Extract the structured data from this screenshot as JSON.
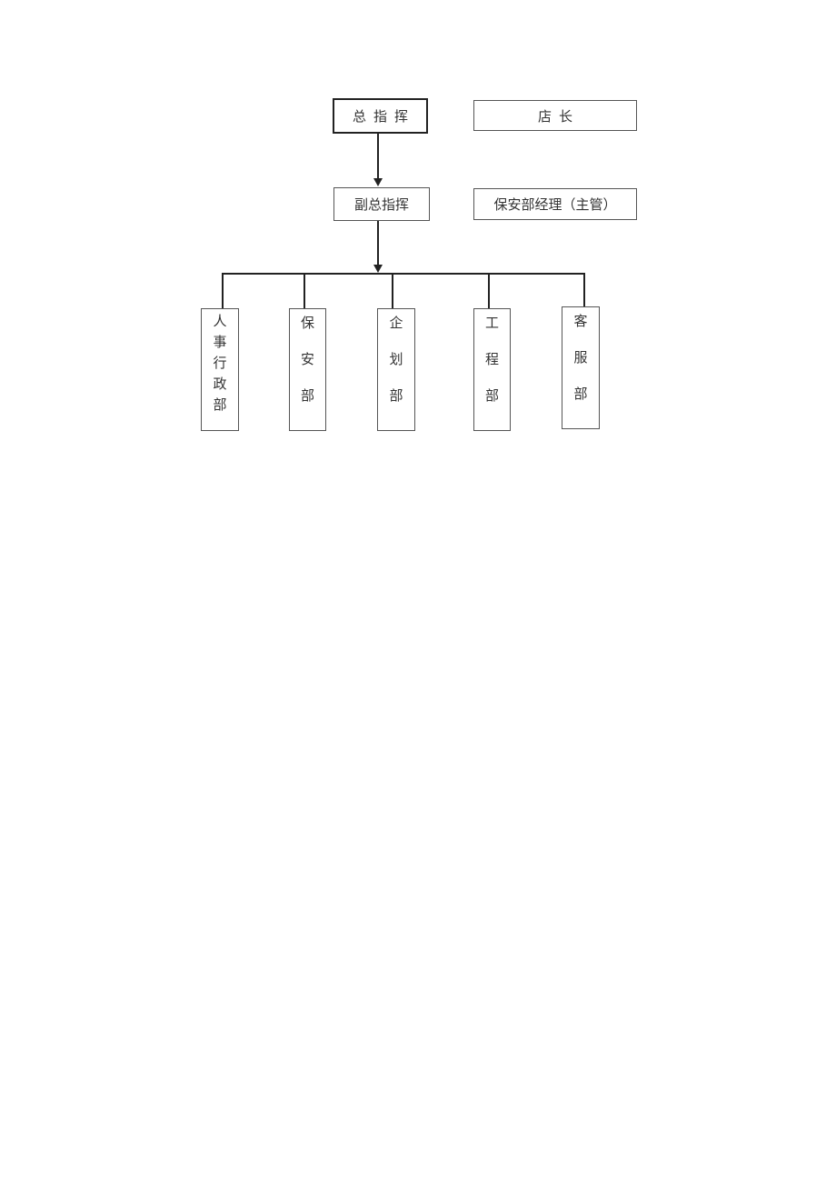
{
  "diagram": {
    "top": {
      "commander": "总指挥",
      "commander_display": "总 指 挥",
      "commander_role": "店长",
      "commander_role_display": "店 长"
    },
    "second": {
      "deputy": "副总指挥",
      "deputy_role": "保安部经理（主管）"
    },
    "departments": [
      {
        "name": "人事行政部",
        "chars": [
          "人",
          "事",
          "行",
          "政",
          "部"
        ]
      },
      {
        "name": "保安部",
        "chars": [
          "保",
          "安",
          "部"
        ]
      },
      {
        "name": "企划部",
        "chars": [
          "企",
          "划",
          "部"
        ]
      },
      {
        "name": "工程部",
        "chars": [
          "工",
          "程",
          "部"
        ]
      },
      {
        "name": "客服部",
        "chars": [
          "客",
          "服",
          "部"
        ]
      }
    ]
  }
}
